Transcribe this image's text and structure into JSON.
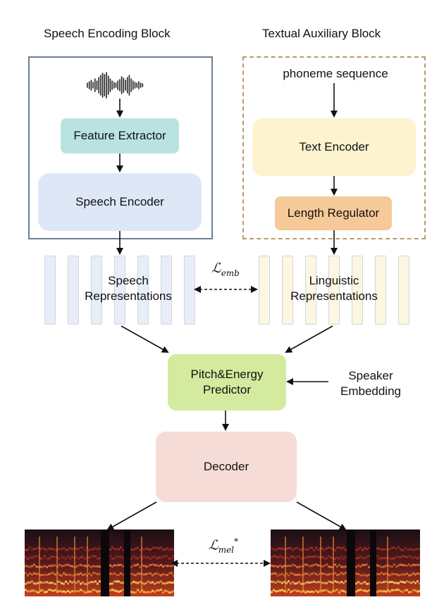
{
  "encoding_block": {
    "title": "Speech Encoding Block",
    "feature_extractor": "Feature Extractor",
    "speech_encoder": "Speech Encoder"
  },
  "auxiliary_block": {
    "title": "Textual Auxiliary Block",
    "input": "phoneme sequence",
    "text_encoder": "Text Encoder",
    "length_regulator": "Length Regulator"
  },
  "representations": {
    "speech": [
      "Speech",
      "Representations"
    ],
    "linguistic": [
      "Linguistic",
      "Representations"
    ]
  },
  "losses": {
    "emb": {
      "symbol": "ℒ",
      "sub": "emb"
    },
    "mel": {
      "symbol": "ℒ",
      "sub": "mel",
      "sup": "*"
    }
  },
  "predictor": [
    "Pitch&Energy",
    "Predictor"
  ],
  "speaker": [
    "Speaker",
    "Embedding"
  ],
  "decoder": "Decoder",
  "colors": {
    "feature_extractor": "#b9e3e1",
    "speech_encoder": "#dde7f6",
    "text_encoder": "#fdf3cf",
    "length_regulator": "#f6c998",
    "predictor": "#d4ea9e",
    "decoder": "#f6dcd6",
    "speech_rep_bar": "#e8eef9",
    "linguistic_rep_bar": "#fdf6e1",
    "encoding_border": "#6b7f93",
    "auxiliary_border": "#b79a6d"
  }
}
